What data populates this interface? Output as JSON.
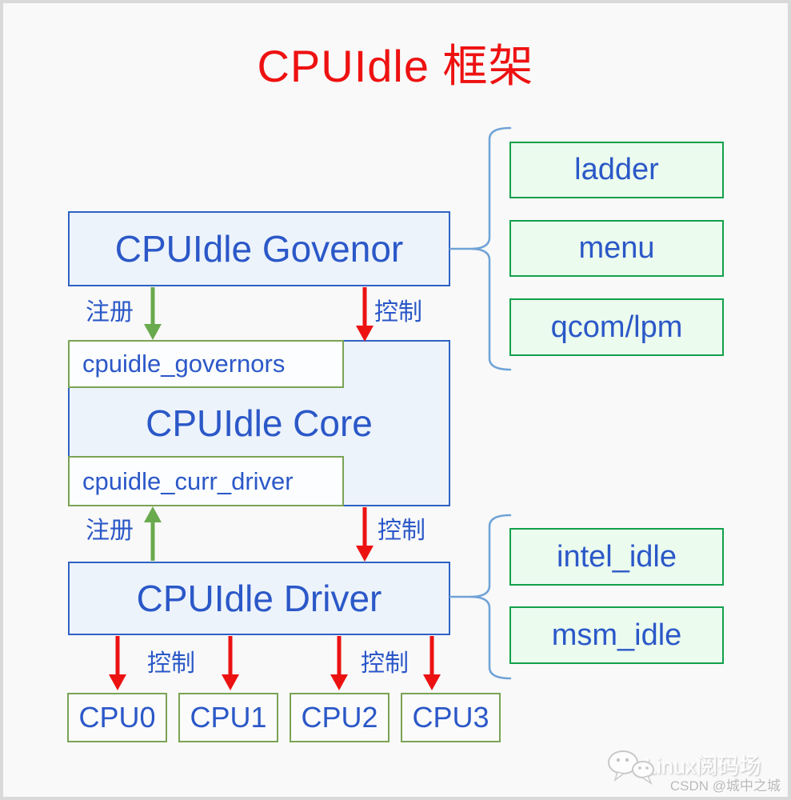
{
  "title": "CPUIdle 框架",
  "governor": {
    "label": "CPUIdle Govenor"
  },
  "core": {
    "label": "CPUIdle Core",
    "registry_governors": "cpuidle_governors",
    "registry_driver": "cpuidle_curr_driver"
  },
  "driver": {
    "label": "CPUIdle Driver"
  },
  "governor_options": [
    "ladder",
    "menu",
    "qcom/lpm"
  ],
  "driver_options": [
    "intel_idle",
    "msm_idle"
  ],
  "cpus": [
    "CPU0",
    "CPU1",
    "CPU2",
    "CPU3"
  ],
  "edges": {
    "register": "注册",
    "control": "控制"
  },
  "watermark": {
    "brand": "Linux阅码场",
    "credit": "CSDN @城中之城",
    "icon": "wechat-icon"
  },
  "colors": {
    "background": "#f9f9f9",
    "frame": "#d9d9d9",
    "title_red": "#ee1111",
    "blue_border": "#2f62c4",
    "blue_fill": "#ecf3fb",
    "blue_text": "#2b58c8",
    "emerald_border": "#13a04b",
    "emerald_fill": "#ebfbee",
    "olive_border": "#7aa355",
    "arrow_red": "#ec1212",
    "arrow_green": "#6aaa4e",
    "brace_blue": "#70a3d7"
  }
}
